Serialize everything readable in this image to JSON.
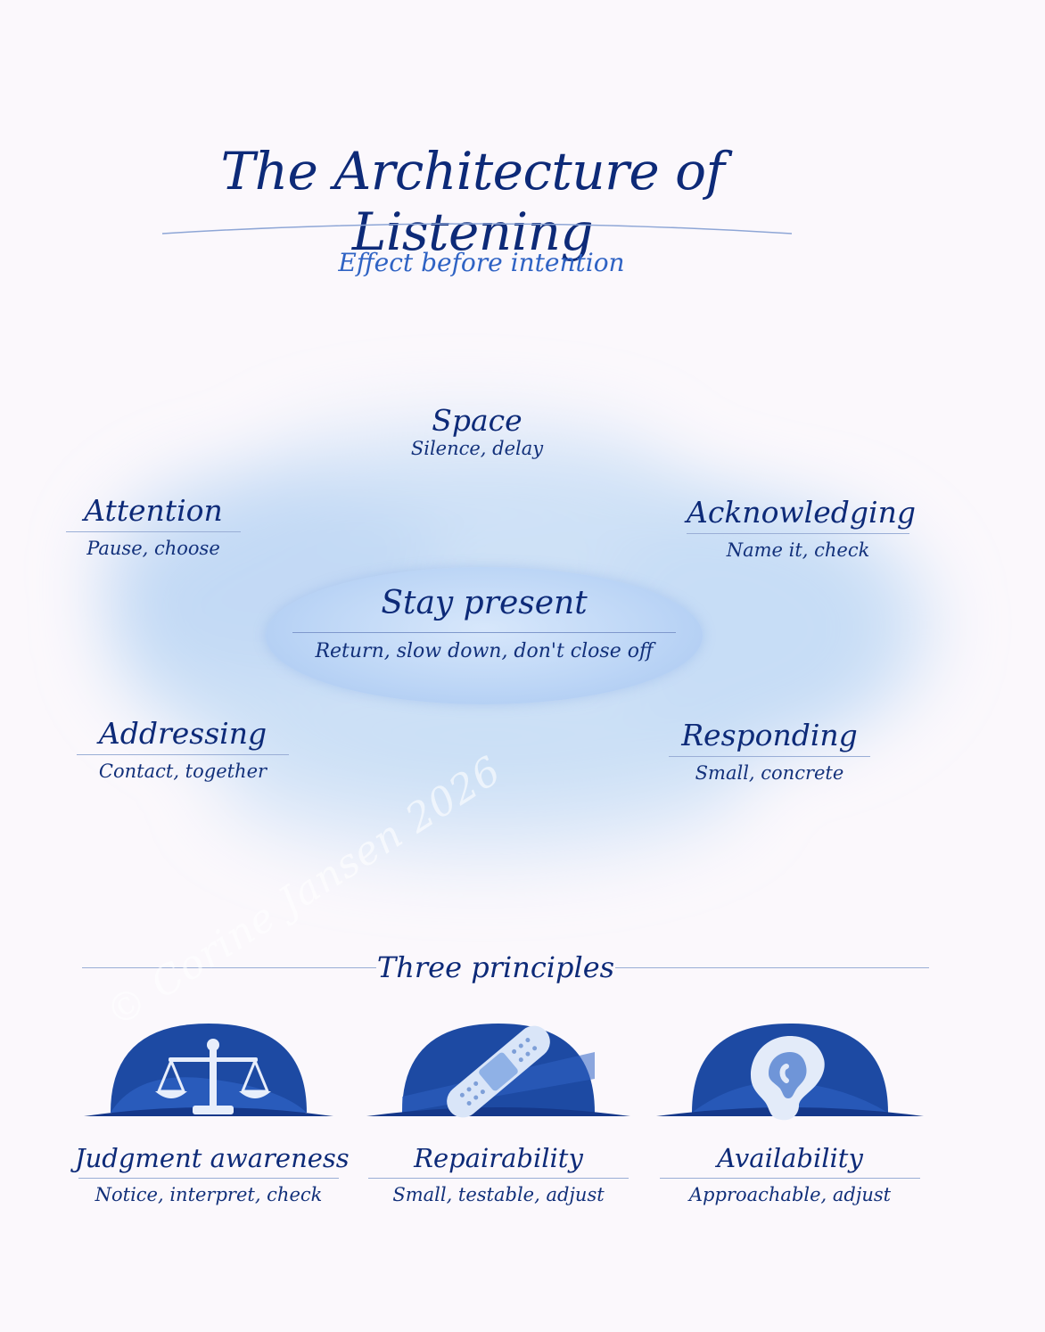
{
  "header": {
    "title": "The Architecture of Listening",
    "subtitle": "Effect before intention"
  },
  "center": {
    "label": "Stay present",
    "description": "Return, slow down, don't close off"
  },
  "nodes": {
    "space": {
      "label": "Space",
      "description": "Silence, delay"
    },
    "attention": {
      "label": "Attention",
      "description": "Pause, choose"
    },
    "acknowledging": {
      "label": "Acknowledging",
      "description": "Name it, check"
    },
    "addressing": {
      "label": "Addressing",
      "description": "Contact, together"
    },
    "responding": {
      "label": "Responding",
      "description": "Small, concrete"
    }
  },
  "principles": {
    "heading": "Three principles",
    "items": [
      {
        "label": "Judgment awareness",
        "description": "Notice, interpret, check",
        "icon": "scales-icon"
      },
      {
        "label": "Repairability",
        "description": "Small, testable, adjust",
        "icon": "bandage-icon"
      },
      {
        "label": "Availability",
        "description": "Approachable, adjust",
        "icon": "ear-icon"
      }
    ]
  },
  "watermark": "© Corine Jansen 2026",
  "colors": {
    "ink": "#0d2a78",
    "accent": "#2f63c4",
    "emblem_dark": "#1a3f96",
    "emblem_light": "#3d70c8",
    "wash": "#bcd6f4"
  }
}
